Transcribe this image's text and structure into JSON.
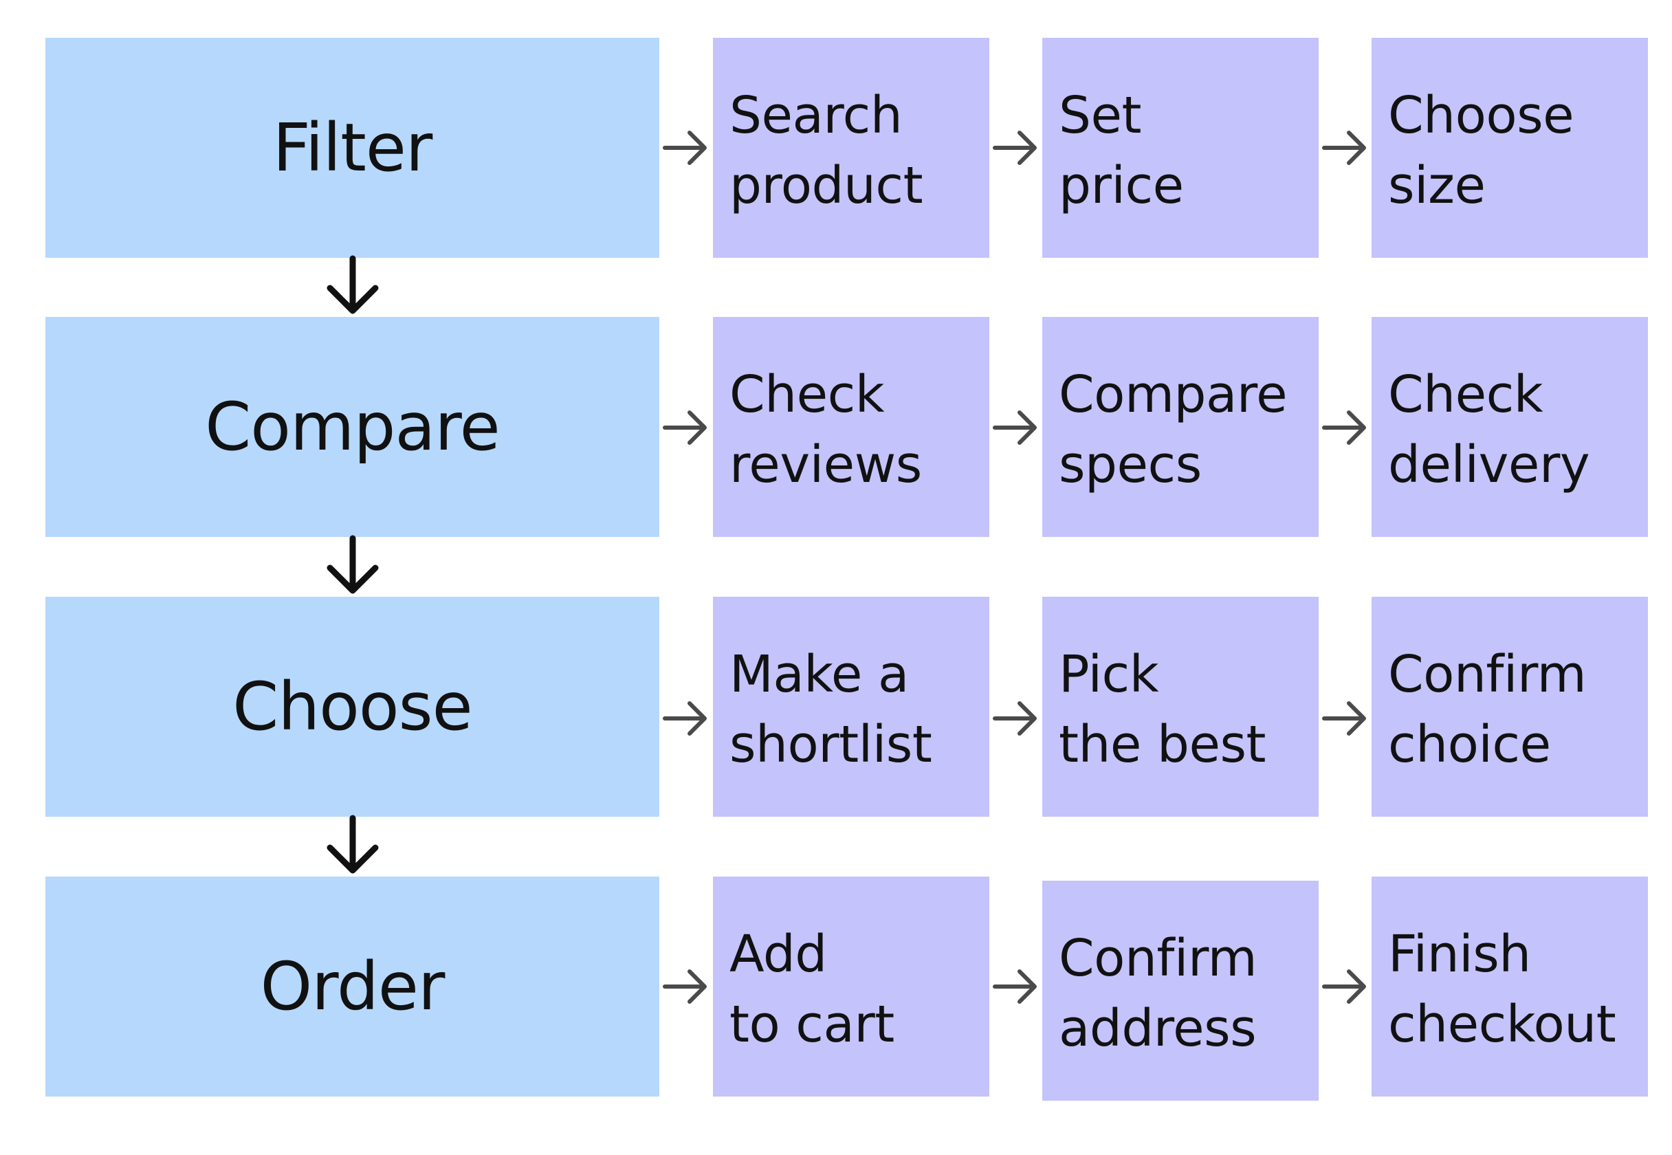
{
  "colors": {
    "stage_box": "#b6d8fd",
    "step_box": "#c5c3fb",
    "text": "#111111",
    "stage_arrow": "#111111",
    "step_arrow": "#4a4a4a",
    "background": "#ffffff"
  },
  "icons": {
    "stage_connector": "down-arrow-icon",
    "step_connector": "right-arrow-icon"
  },
  "rows": [
    {
      "stage": "Filter",
      "steps": [
        {
          "line1": "Search",
          "line2": "product"
        },
        {
          "line1": "Set",
          "line2": "price"
        },
        {
          "line1": "Choose",
          "line2": "size"
        }
      ]
    },
    {
      "stage": "Compare",
      "steps": [
        {
          "line1": "Check",
          "line2": "reviews"
        },
        {
          "line1": "Compare",
          "line2": "specs"
        },
        {
          "line1": "Check",
          "line2": "delivery"
        }
      ]
    },
    {
      "stage": "Choose",
      "steps": [
        {
          "line1": "Make a",
          "line2": "shortlist"
        },
        {
          "line1": "Pick",
          "line2": "the best"
        },
        {
          "line1": "Confirm",
          "line2": "choice"
        }
      ]
    },
    {
      "stage": "Order",
      "steps": [
        {
          "line1": "Add",
          "line2": "to cart"
        },
        {
          "line1": "Confirm",
          "line2": "address"
        },
        {
          "line1": "Finish",
          "line2": "checkout"
        }
      ]
    }
  ]
}
